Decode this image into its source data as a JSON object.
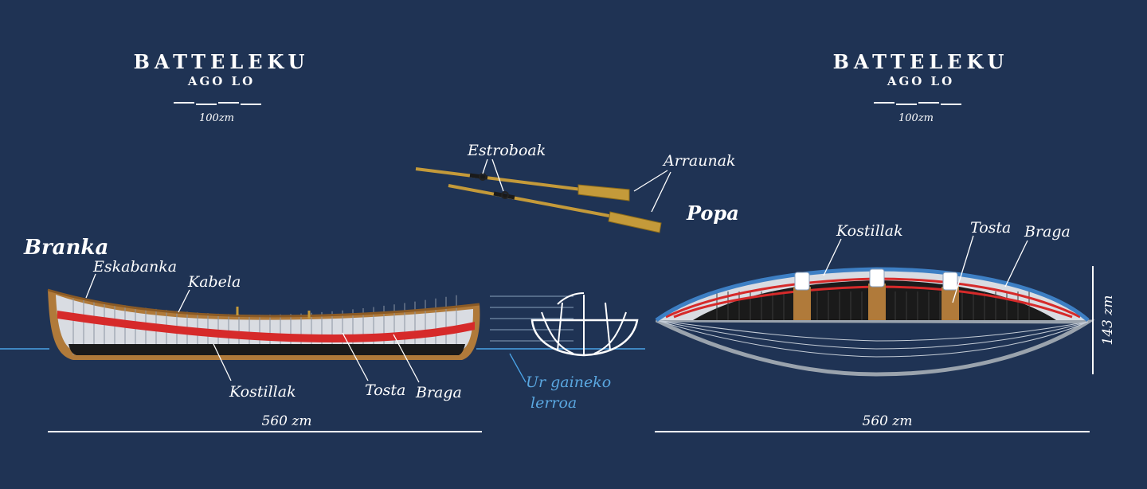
{
  "left_panel": {
    "title": "BATTELEKU",
    "subtitle": "AGO LO",
    "scale_label": "100zm",
    "labels": {
      "bow": "Branka",
      "eskabanka": "Eskabanka",
      "kabela": "Kabela",
      "kostillak": "Kostillak",
      "tosta": "Tosta",
      "braga": "Braga"
    },
    "length_label": "560 zm"
  },
  "middle": {
    "oars_label": "Arraunak",
    "oarlocks_label": "Estroboak",
    "stern_label": "Popa",
    "waterline_line1": "Ur gaineko",
    "waterline_line2": "lerroa"
  },
  "right_panel": {
    "title": "BATTELEKU",
    "subtitle": "AGO LO",
    "scale_label": "100zm",
    "labels": {
      "kostillak": "Kostillak",
      "tosta": "Tosta",
      "braga": "Braga"
    },
    "length_label": "560 zm",
    "height_label": "143 zm"
  },
  "colors": {
    "background": "#1f3354",
    "hull_wood": "#b07a3a",
    "red_stripe": "#d62a2a",
    "plank": "#d9dce2",
    "waterline": "#4aa3e6",
    "oar": "#c49a3a"
  }
}
